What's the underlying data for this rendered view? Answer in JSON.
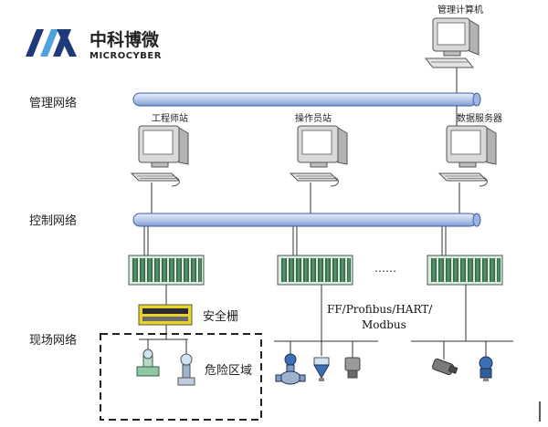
{
  "logo": {
    "name_cn": "中科博微",
    "name_en": "MICROCYBER",
    "color_dark": "#1f3a78",
    "color_light": "#4ea3dc"
  },
  "networks": {
    "management": "管理网络",
    "control": "控制网络",
    "field": "现场网络"
  },
  "nodes": {
    "mgmt_computer": "管理计算机",
    "engineer_station": "工程师站",
    "operator_station": "操作员站",
    "data_server": "数据服务器"
  },
  "labels": {
    "safety_barrier": "安全栅",
    "ellipsis": "……",
    "protocols_line1": "FF/Profibus/HART/",
    "protocols_line2": "Modbus",
    "hazard_zone": "危险区域"
  },
  "colors": {
    "bus_fill": "#b9cbea",
    "bus_stroke": "#3a5fa8",
    "controller": "#3f7a55",
    "barrier": "#e7d22e"
  }
}
